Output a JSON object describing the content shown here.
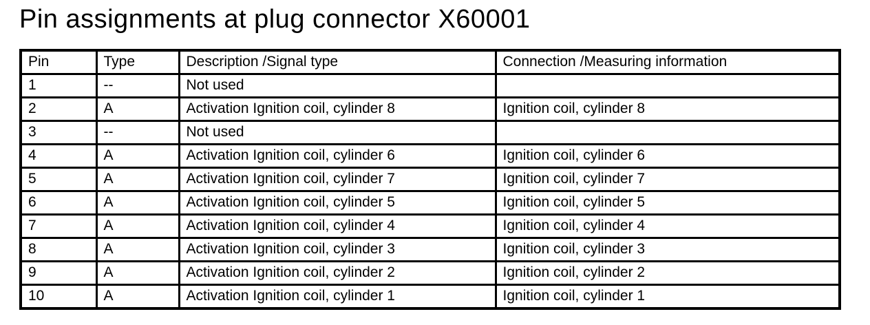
{
  "page": {
    "title": "Pin assignments at plug connector X60001"
  },
  "colors": {
    "background": "#ffffff",
    "text": "#000000",
    "border": "#000000"
  },
  "table": {
    "columns": [
      "Pin",
      "Type",
      "Description /Signal type",
      "Connection /Measuring information"
    ],
    "row_keys": [
      "pin",
      "type",
      "description",
      "connection"
    ],
    "rows": [
      {
        "pin": "1",
        "type": "--",
        "description": "Not used",
        "connection": ""
      },
      {
        "pin": "2",
        "type": "A",
        "description": "Activation Ignition coil, cylinder 8",
        "connection": "Ignition coil, cylinder 8"
      },
      {
        "pin": "3",
        "type": "--",
        "description": "Not used",
        "connection": ""
      },
      {
        "pin": "4",
        "type": "A",
        "description": "Activation Ignition coil, cylinder 6",
        "connection": "Ignition coil, cylinder 6"
      },
      {
        "pin": "5",
        "type": "A",
        "description": "Activation Ignition coil, cylinder 7",
        "connection": "Ignition coil, cylinder 7"
      },
      {
        "pin": "6",
        "type": "A",
        "description": "Activation Ignition coil, cylinder 5",
        "connection": "Ignition coil, cylinder 5"
      },
      {
        "pin": "7",
        "type": "A",
        "description": "Activation Ignition coil, cylinder 4",
        "connection": "Ignition coil, cylinder 4"
      },
      {
        "pin": "8",
        "type": "A",
        "description": "Activation Ignition coil, cylinder 3",
        "connection": "Ignition coil, cylinder 3"
      },
      {
        "pin": "9",
        "type": "A",
        "description": "Activation Ignition coil, cylinder 2",
        "connection": "Ignition coil, cylinder 2"
      },
      {
        "pin": "10",
        "type": "A",
        "description": "Activation Ignition coil, cylinder 1",
        "connection": "Ignition coil, cylinder 1"
      }
    ]
  }
}
